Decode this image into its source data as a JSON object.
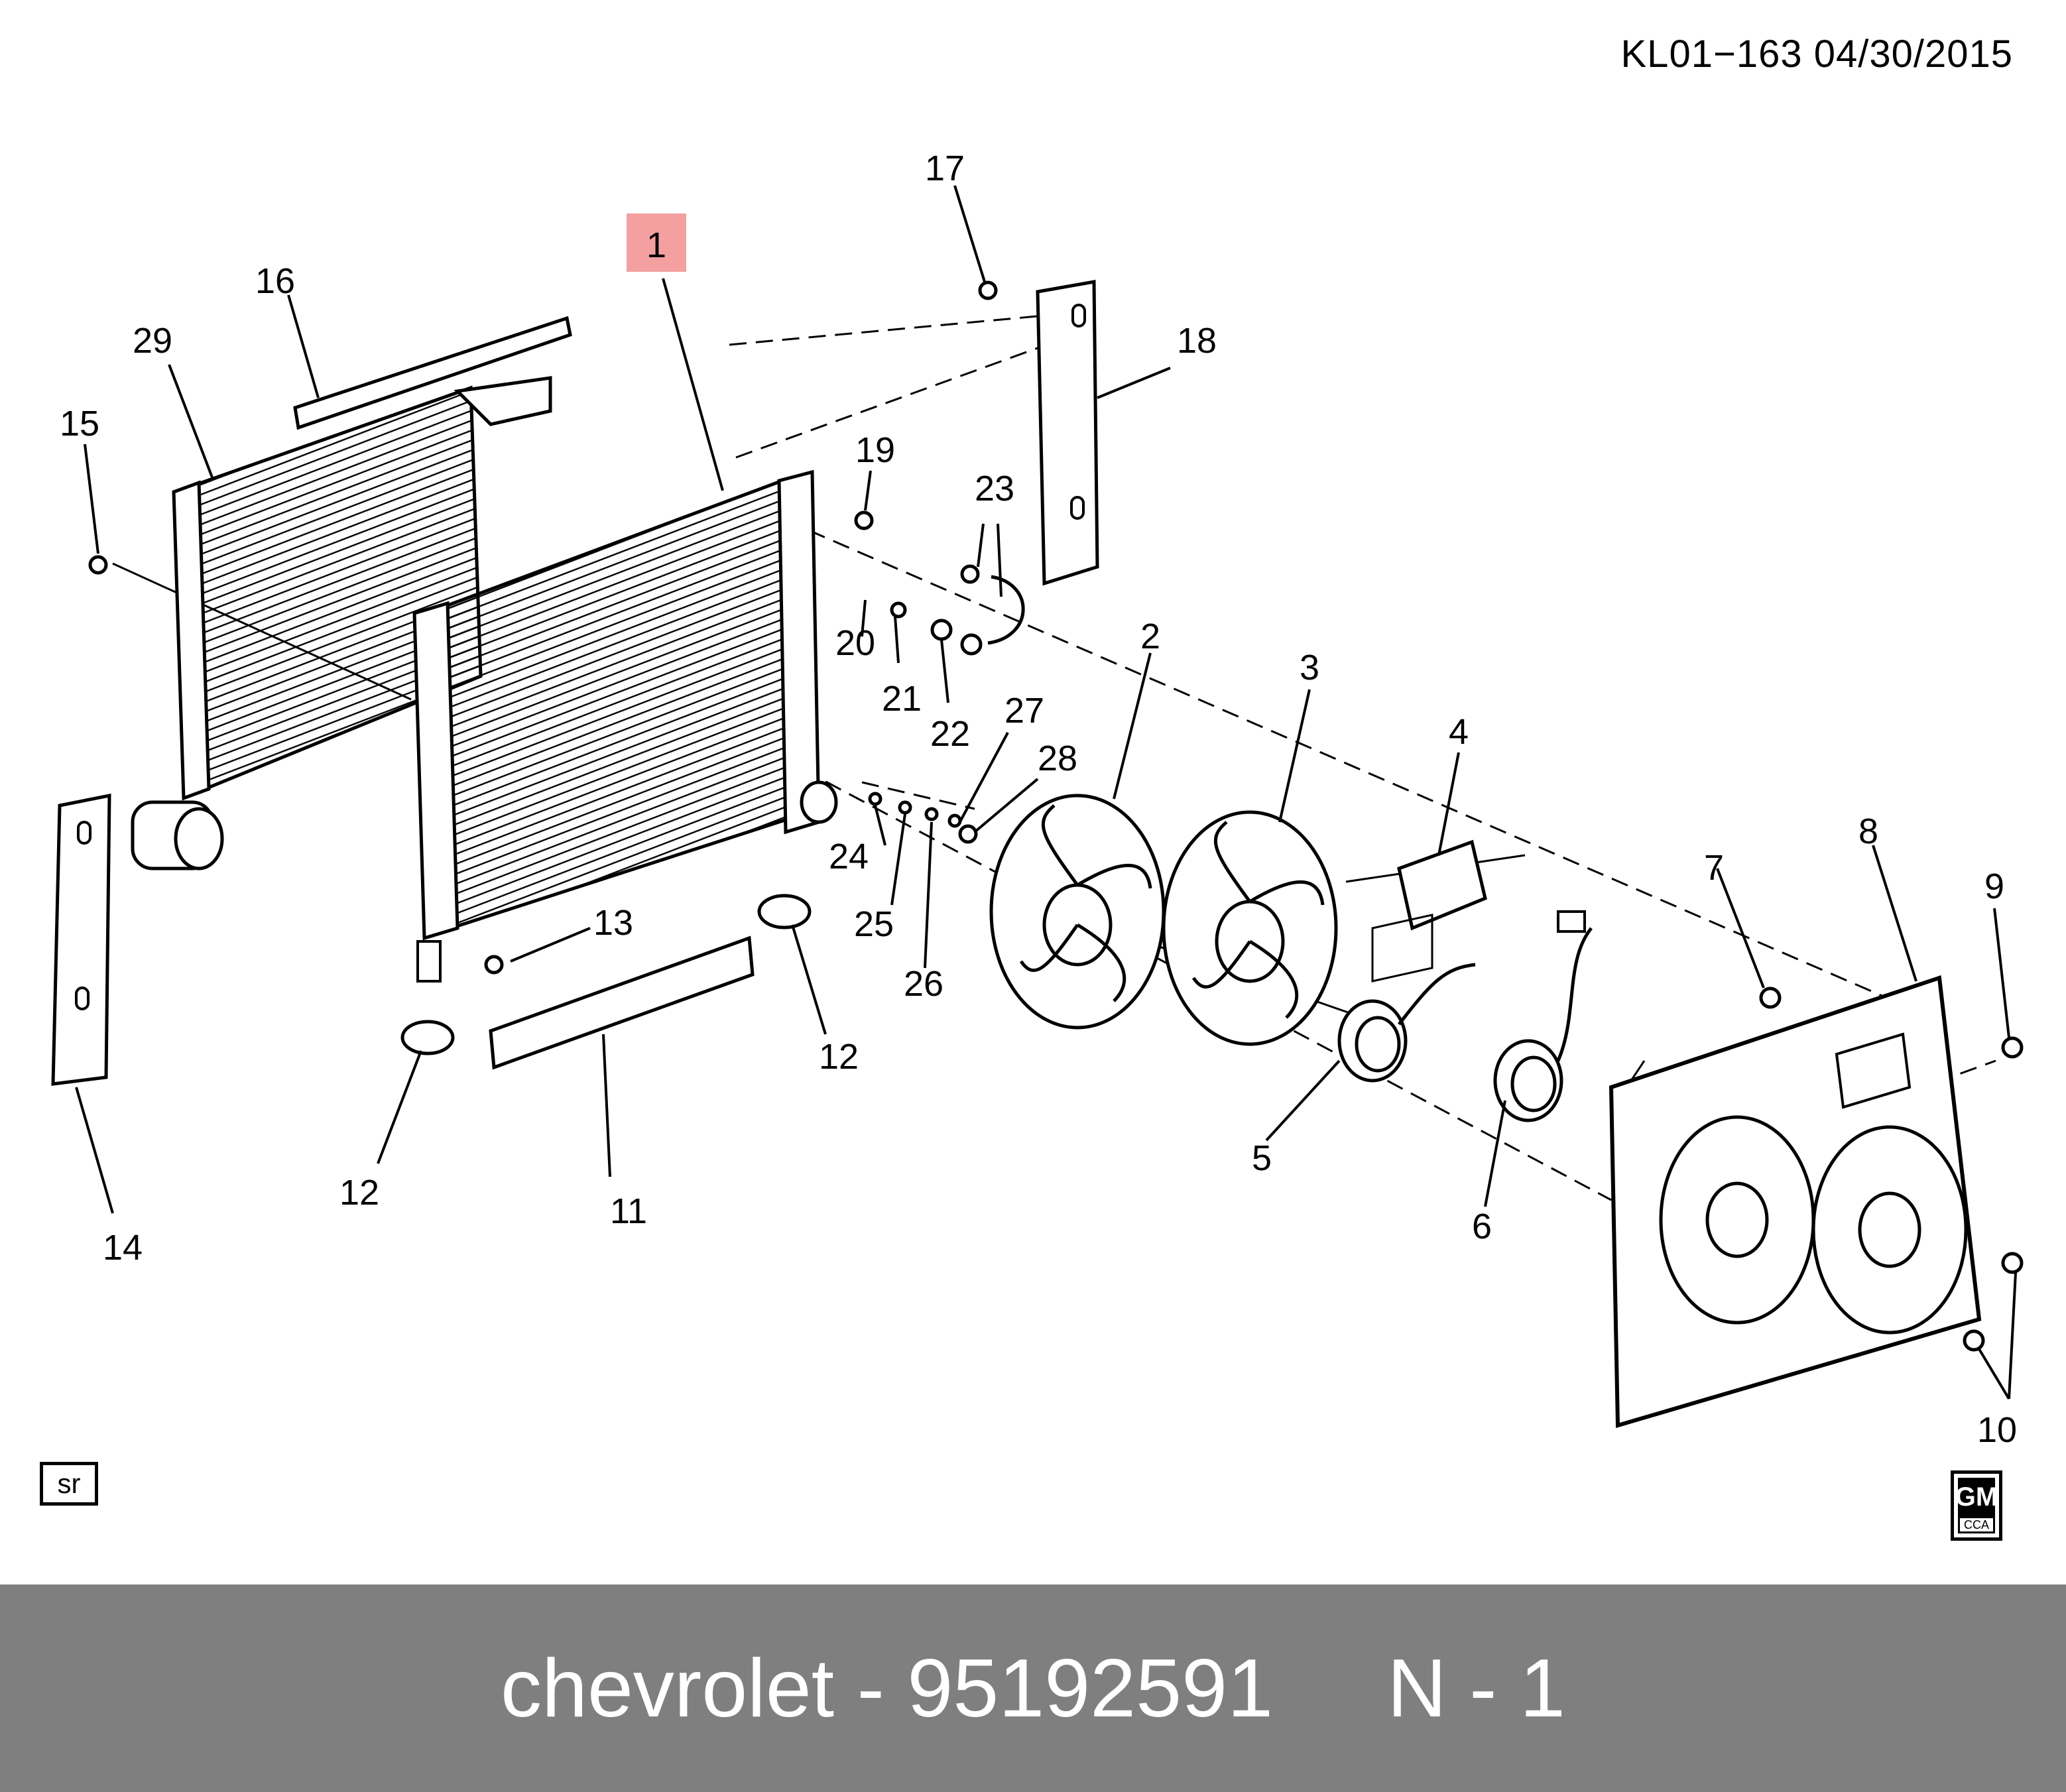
{
  "header": {
    "reference": "KL01−163  04/30/2015"
  },
  "diagram": {
    "highlight_color": "#f4a0a0",
    "callouts": {
      "c1": "1",
      "c2": "2",
      "c3": "3",
      "c4": "4",
      "c5": "5",
      "c6": "6",
      "c7": "7",
      "c8": "8",
      "c9": "9",
      "c10": "10",
      "c11": "11",
      "c12a": "12",
      "c12b": "12",
      "c13": "13",
      "c14": "14",
      "c15": "15",
      "c16": "16",
      "c17": "17",
      "c18": "18",
      "c19": "19",
      "c20": "20",
      "c21": "21",
      "c22": "22",
      "c23": "23",
      "c24": "24",
      "c25": "25",
      "c26": "26",
      "c27": "27",
      "c28": "28",
      "c29": "29"
    }
  },
  "badges": {
    "sr": "sr",
    "gm": "GM",
    "cca": "CCA"
  },
  "footer": {
    "text": "chevrolet - 95192591     N - 1"
  }
}
